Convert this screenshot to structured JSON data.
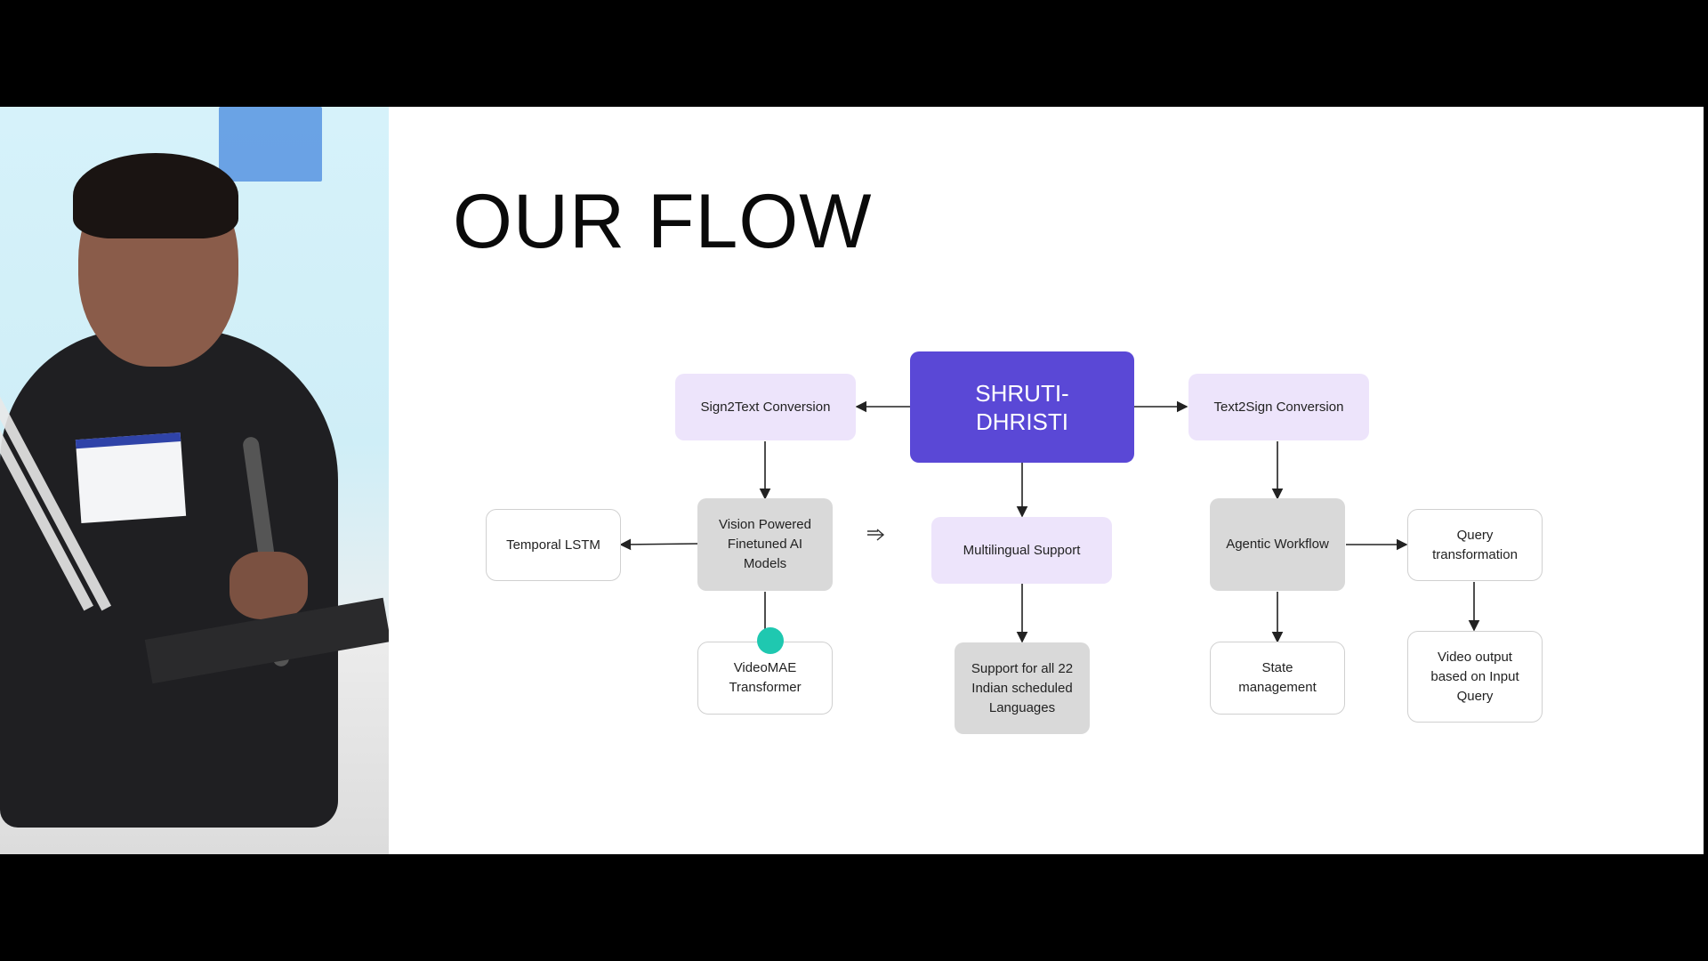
{
  "slide": {
    "title": "OUR FLOW",
    "nodes": {
      "main": "SHRUTI-\nDHRISTI",
      "sign2text": "Sign2Text Conversion",
      "text2sign": "Text2Sign Conversion",
      "vision": "Vision Powered\nFinetuned AI\nModels",
      "temporal": "Temporal LSTM",
      "videomae": "VideoMAE\nTransformer",
      "multilingual": "Multilingual Support",
      "support22": "Support for all 22\nIndian scheduled\nLanguages",
      "agentic": "Agentic Workflow",
      "query_transform": "Query\ntransformation",
      "state": "State\nmanagement",
      "video_output": "Video output\nbased on Input\nQuery"
    }
  },
  "colors": {
    "main_node": "#5a48d6",
    "light_node": "#ede4fb",
    "gray_node": "#d9d9d9",
    "pointer_dot": "#1fc8b0"
  }
}
